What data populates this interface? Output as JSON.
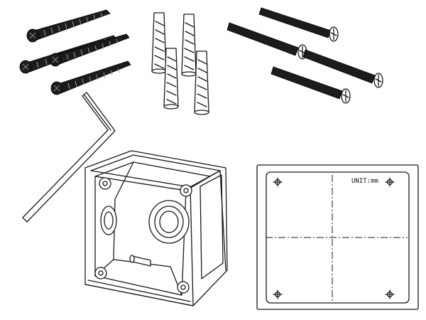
{
  "template_card": {
    "unit_label": "UNIT:mm"
  },
  "parts": {
    "wood_screws_count": 4,
    "wall_anchors_count": 4,
    "machine_screws_count": 4
  },
  "colors": {
    "line": "#1a1a1a",
    "metal": "#1c1c1c",
    "background": "#ffffff"
  }
}
